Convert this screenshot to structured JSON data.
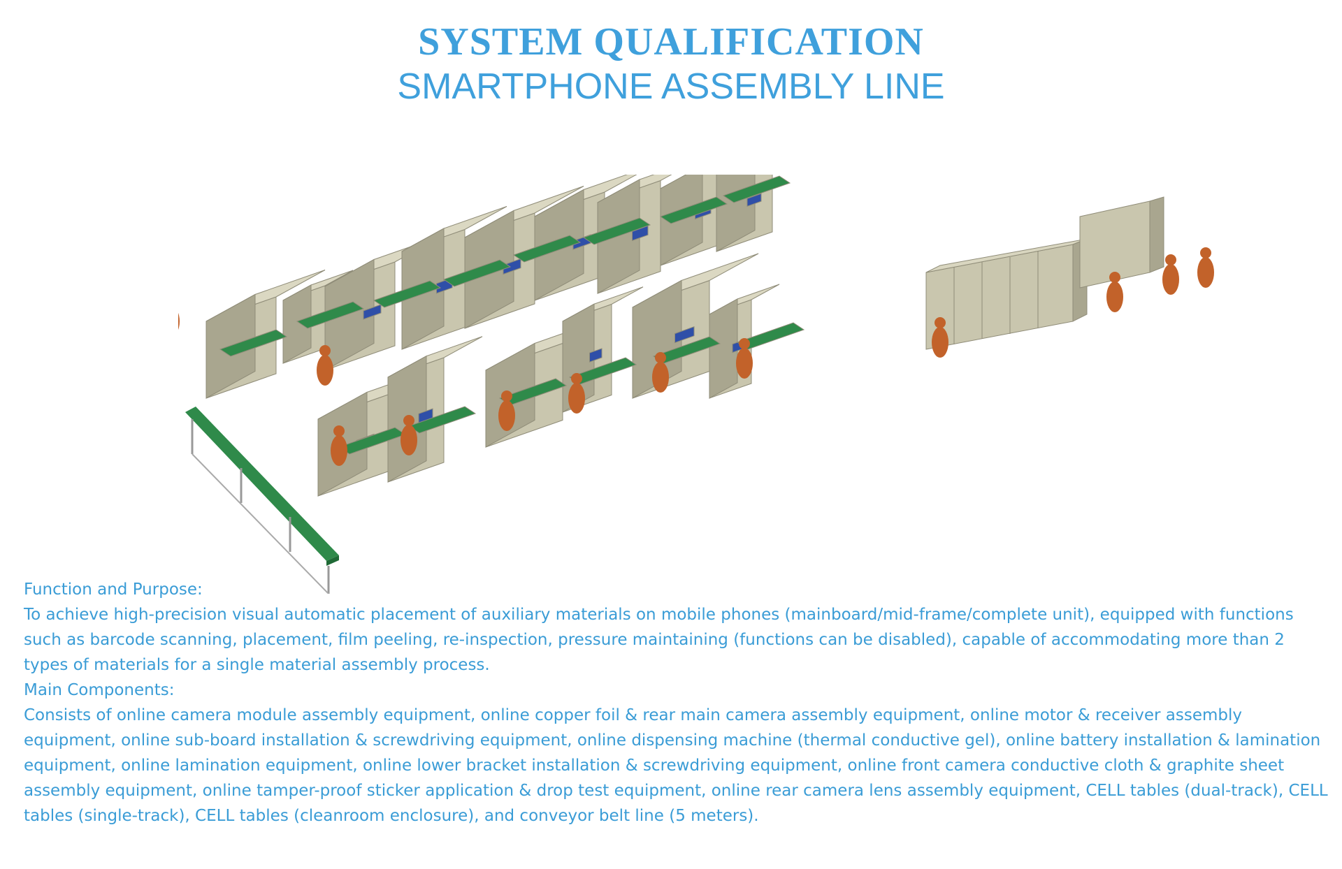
{
  "header": {
    "title": "SYSTEM QUALIFICATION",
    "subtitle": "SMARTPHONE ASSEMBLY LINE"
  },
  "illustration": {
    "description_icon": "assembly-line-3d-render",
    "colors": {
      "machine": "#c9c6ae",
      "machine_shade": "#a9a68f",
      "conveyor": "#2f8a4a",
      "worker": "#c2622a",
      "window": "#2f4fa8"
    }
  },
  "body": {
    "function_heading": "Function and Purpose:",
    "function_text": "To achieve high-precision visual automatic placement of auxiliary materials on mobile phones (mainboard/mid-frame/complete unit), equipped with functions such as barcode scanning, placement, film peeling, re-inspection, pressure maintaining (functions can be disabled), capable of accommodating more than 2 types of materials for a single material assembly process.",
    "components_heading": "Main Components:",
    "components_text": "Consists of online camera module assembly equipment, online copper foil & rear main camera assembly equipment, online motor & receiver assembly equipment, online sub-board installation & screwdriving equipment, online dispensing machine (thermal conductive gel), online battery installation & lamination equipment, online lamination equipment, online lower bracket installation & screwdriving equipment, online front camera conductive cloth & graphite sheet assembly equipment, online tamper-proof sticker application & drop test equipment, online rear camera lens assembly equipment, CELL tables (dual-track), CELL tables (single-track), CELL tables (cleanroom enclosure), and conveyor belt line (5 meters)."
  }
}
